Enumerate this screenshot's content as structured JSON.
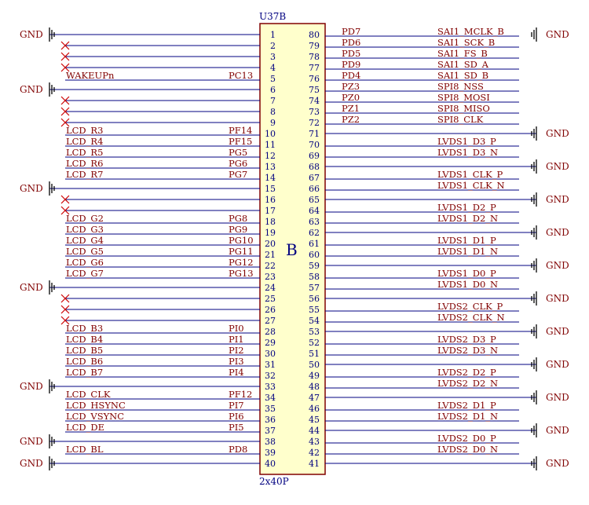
{
  "component": {
    "refdes": "U37B",
    "part_letter": "B",
    "package": "2x40P"
  },
  "gnd_label": "GND",
  "left_pins": [
    {
      "num": "1",
      "net": "",
      "sig": "",
      "gnd": true,
      "nc": false
    },
    {
      "num": "2",
      "net": "",
      "sig": "",
      "gnd": false,
      "nc": true
    },
    {
      "num": "3",
      "net": "",
      "sig": "",
      "gnd": false,
      "nc": true
    },
    {
      "num": "4",
      "net": "",
      "sig": "",
      "gnd": false,
      "nc": true
    },
    {
      "num": "5",
      "net": "WAKEUPn",
      "sig": "PC13",
      "gnd": false,
      "nc": false
    },
    {
      "num": "6",
      "net": "",
      "sig": "",
      "gnd": true,
      "nc": false
    },
    {
      "num": "7",
      "net": "",
      "sig": "",
      "gnd": false,
      "nc": true
    },
    {
      "num": "8",
      "net": "",
      "sig": "",
      "gnd": false,
      "nc": true
    },
    {
      "num": "9",
      "net": "",
      "sig": "",
      "gnd": false,
      "nc": true
    },
    {
      "num": "10",
      "net": "LCD_R3",
      "sig": "PF14",
      "gnd": false,
      "nc": false
    },
    {
      "num": "11",
      "net": "LCD_R4",
      "sig": "PF15",
      "gnd": false,
      "nc": false
    },
    {
      "num": "12",
      "net": "LCD_R5",
      "sig": "PG5",
      "gnd": false,
      "nc": false
    },
    {
      "num": "13",
      "net": "LCD_R6",
      "sig": "PG6",
      "gnd": false,
      "nc": false
    },
    {
      "num": "14",
      "net": "LCD_R7",
      "sig": "PG7",
      "gnd": false,
      "nc": false
    },
    {
      "num": "15",
      "net": "",
      "sig": "",
      "gnd": true,
      "nc": false
    },
    {
      "num": "16",
      "net": "",
      "sig": "",
      "gnd": false,
      "nc": true
    },
    {
      "num": "17",
      "net": "",
      "sig": "",
      "gnd": false,
      "nc": true
    },
    {
      "num": "18",
      "net": "LCD_G2",
      "sig": "PG8",
      "gnd": false,
      "nc": false
    },
    {
      "num": "19",
      "net": "LCD_G3",
      "sig": "PG9",
      "gnd": false,
      "nc": false
    },
    {
      "num": "20",
      "net": "LCD_G4",
      "sig": "PG10",
      "gnd": false,
      "nc": false
    },
    {
      "num": "21",
      "net": "LCD_G5",
      "sig": "PG11",
      "gnd": false,
      "nc": false
    },
    {
      "num": "22",
      "net": "LCD_G6",
      "sig": "PG12",
      "gnd": false,
      "nc": false
    },
    {
      "num": "23",
      "net": "LCD_G7",
      "sig": "PG13",
      "gnd": false,
      "nc": false
    },
    {
      "num": "24",
      "net": "",
      "sig": "",
      "gnd": true,
      "nc": false
    },
    {
      "num": "25",
      "net": "",
      "sig": "",
      "gnd": false,
      "nc": true
    },
    {
      "num": "26",
      "net": "",
      "sig": "",
      "gnd": false,
      "nc": true
    },
    {
      "num": "27",
      "net": "",
      "sig": "",
      "gnd": false,
      "nc": true
    },
    {
      "num": "28",
      "net": "LCD_B3",
      "sig": "PI0",
      "gnd": false,
      "nc": false
    },
    {
      "num": "29",
      "net": "LCD_B4",
      "sig": "PI1",
      "gnd": false,
      "nc": false
    },
    {
      "num": "30",
      "net": "LCD_B5",
      "sig": "PI2",
      "gnd": false,
      "nc": false
    },
    {
      "num": "31",
      "net": "LCD_B6",
      "sig": "PI3",
      "gnd": false,
      "nc": false
    },
    {
      "num": "32",
      "net": "LCD_B7",
      "sig": "PI4",
      "gnd": false,
      "nc": false
    },
    {
      "num": "33",
      "net": "",
      "sig": "",
      "gnd": true,
      "nc": false
    },
    {
      "num": "34",
      "net": "LCD_CLK",
      "sig": "PF12",
      "gnd": false,
      "nc": false
    },
    {
      "num": "35",
      "net": "LCD_HSYNC",
      "sig": "PI7",
      "gnd": false,
      "nc": false
    },
    {
      "num": "36",
      "net": "LCD_VSYNC",
      "sig": "PI6",
      "gnd": false,
      "nc": false
    },
    {
      "num": "37",
      "net": "LCD_DE",
      "sig": "PI5",
      "gnd": false,
      "nc": false
    },
    {
      "num": "38",
      "net": "",
      "sig": "",
      "gnd": true,
      "nc": false
    },
    {
      "num": "39",
      "net": "LCD_BL",
      "sig": "PD8",
      "gnd": false,
      "nc": false
    },
    {
      "num": "40",
      "net": "",
      "sig": "",
      "gnd": true,
      "nc": false
    }
  ],
  "right_pins": [
    {
      "num": "80",
      "net": "SAI1_MCLK_B",
      "sig": "PD7",
      "gnd": true,
      "nc": false
    },
    {
      "num": "79",
      "net": "SAI1_SCK_B",
      "sig": "PD6",
      "gnd": false,
      "nc": false
    },
    {
      "num": "78",
      "net": "SAI1_FS_B",
      "sig": "PD5",
      "gnd": false,
      "nc": false
    },
    {
      "num": "77",
      "net": "SAI1_SD_A",
      "sig": "PD9",
      "gnd": false,
      "nc": false
    },
    {
      "num": "76",
      "net": "SAI1_SD_B",
      "sig": "PD4",
      "gnd": false,
      "nc": false
    },
    {
      "num": "75",
      "net": "SPI8_NSS",
      "sig": "PZ3",
      "gnd": false,
      "nc": false
    },
    {
      "num": "74",
      "net": "SPI8_MOSI",
      "sig": "PZ0",
      "gnd": false,
      "nc": false
    },
    {
      "num": "73",
      "net": "SPI8_MISO",
      "sig": "PZ1",
      "gnd": false,
      "nc": false
    },
    {
      "num": "72",
      "net": "SPI8_CLK",
      "sig": "PZ2",
      "gnd": false,
      "nc": false
    },
    {
      "num": "71",
      "net": "",
      "sig": "",
      "gnd": true,
      "nc": false
    },
    {
      "num": "70",
      "net": "LVDS1_D3_P",
      "sig": "",
      "gnd": false,
      "nc": false
    },
    {
      "num": "69",
      "net": "LVDS1_D3_N",
      "sig": "",
      "gnd": false,
      "nc": false
    },
    {
      "num": "68",
      "net": "",
      "sig": "",
      "gnd": true,
      "nc": false
    },
    {
      "num": "67",
      "net": "LVDS1_CLK_P",
      "sig": "",
      "gnd": false,
      "nc": false
    },
    {
      "num": "66",
      "net": "LVDS1_CLK_N",
      "sig": "",
      "gnd": false,
      "nc": false
    },
    {
      "num": "65",
      "net": "",
      "sig": "",
      "gnd": true,
      "nc": false
    },
    {
      "num": "64",
      "net": "LVDS1_D2_P",
      "sig": "",
      "gnd": false,
      "nc": false
    },
    {
      "num": "63",
      "net": "LVDS1_D2_N",
      "sig": "",
      "gnd": false,
      "nc": false
    },
    {
      "num": "62",
      "net": "",
      "sig": "",
      "gnd": true,
      "nc": false
    },
    {
      "num": "61",
      "net": "LVDS1_D1_P",
      "sig": "",
      "gnd": false,
      "nc": false
    },
    {
      "num": "60",
      "net": "LVDS1_D1_N",
      "sig": "",
      "gnd": false,
      "nc": false
    },
    {
      "num": "59",
      "net": "",
      "sig": "",
      "gnd": true,
      "nc": false
    },
    {
      "num": "58",
      "net": "LVDS1_D0_P",
      "sig": "",
      "gnd": false,
      "nc": false
    },
    {
      "num": "57",
      "net": "LVDS1_D0_N",
      "sig": "",
      "gnd": false,
      "nc": false
    },
    {
      "num": "56",
      "net": "",
      "sig": "",
      "gnd": true,
      "nc": false
    },
    {
      "num": "55",
      "net": "LVDS2_CLK_P",
      "sig": "",
      "gnd": false,
      "nc": false
    },
    {
      "num": "54",
      "net": "LVDS2_CLK_N",
      "sig": "",
      "gnd": false,
      "nc": false
    },
    {
      "num": "53",
      "net": "",
      "sig": "",
      "gnd": true,
      "nc": false
    },
    {
      "num": "52",
      "net": "LVDS2_D3_P",
      "sig": "",
      "gnd": false,
      "nc": false
    },
    {
      "num": "51",
      "net": "LVDS2_D3_N",
      "sig": "",
      "gnd": false,
      "nc": false
    },
    {
      "num": "50",
      "net": "",
      "sig": "",
      "gnd": true,
      "nc": false
    },
    {
      "num": "49",
      "net": "LVDS2_D2_P",
      "sig": "",
      "gnd": false,
      "nc": false
    },
    {
      "num": "48",
      "net": "LVDS2_D2_N",
      "sig": "",
      "gnd": false,
      "nc": false
    },
    {
      "num": "47",
      "net": "",
      "sig": "",
      "gnd": true,
      "nc": false
    },
    {
      "num": "46",
      "net": "LVDS2_D1_P",
      "sig": "",
      "gnd": false,
      "nc": false
    },
    {
      "num": "45",
      "net": "LVDS2_D1_N",
      "sig": "",
      "gnd": false,
      "nc": false
    },
    {
      "num": "44",
      "net": "",
      "sig": "",
      "gnd": true,
      "nc": false
    },
    {
      "num": "43",
      "net": "LVDS2_D0_P",
      "sig": "",
      "gnd": false,
      "nc": false
    },
    {
      "num": "42",
      "net": "LVDS2_D0_N",
      "sig": "",
      "gnd": false,
      "nc": false
    },
    {
      "num": "41",
      "net": "",
      "sig": "",
      "gnd": true,
      "nc": false
    }
  ],
  "colors": {
    "body_fill": "#ffffcc",
    "body_stroke": "#800000",
    "wire": "#000080",
    "net_text": "#800000",
    "pin_text": "#000080",
    "gnd_symbol": "#000000",
    "nc_mark": "#cc0000"
  }
}
